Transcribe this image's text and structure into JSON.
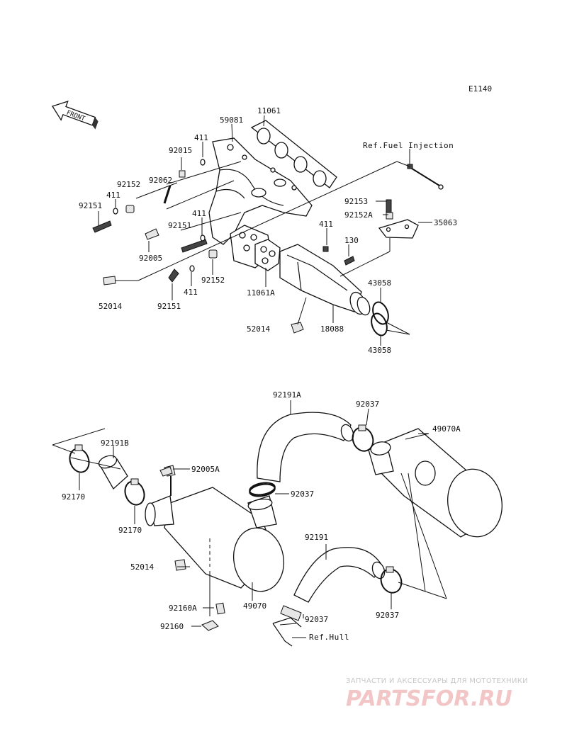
{
  "diagram": {
    "code": "E1140",
    "front_label": "FRONT",
    "references": [
      "Ref.Fuel Injection",
      "Ref.Hull"
    ],
    "part_labels": {
      "p11061": "11061",
      "p59081": "59081",
      "p411a": "411",
      "p92015": "92015",
      "p92062": "92062",
      "p92152a": "92152",
      "p411b": "411",
      "p92151a": "92151",
      "p411c": "411",
      "p92151b": "92151",
      "p92005": "92005",
      "p92153": "92153",
      "p92152A": "92152A",
      "p35063": "35063",
      "p411d": "411",
      "p130": "130",
      "p43058a": "43058",
      "p43058b": "43058",
      "p52014a": "52014",
      "p92151c": "92151",
      "p411e": "411",
      "p92152b": "92152",
      "p11061A": "11061A",
      "p52014b": "52014",
      "p18088": "18088",
      "p92191A": "92191A",
      "p92037a": "92037",
      "p49070A": "49070A",
      "p92191B": "92191B",
      "p92005A": "92005A",
      "p92037b": "92037",
      "p92170a": "92170",
      "p92170b": "92170",
      "p52014c": "52014",
      "p49070": "49070",
      "p92191": "92191",
      "p92037c": "92037",
      "p92037d": "92037",
      "p92160A": "92160A",
      "p92160": "92160"
    }
  },
  "watermark": {
    "tagline": "ЗАПЧАСТИ И АКСЕССУАРЫ ДЛЯ МОТОТЕХНИКИ",
    "brand": "PARTSFOR.RU"
  }
}
